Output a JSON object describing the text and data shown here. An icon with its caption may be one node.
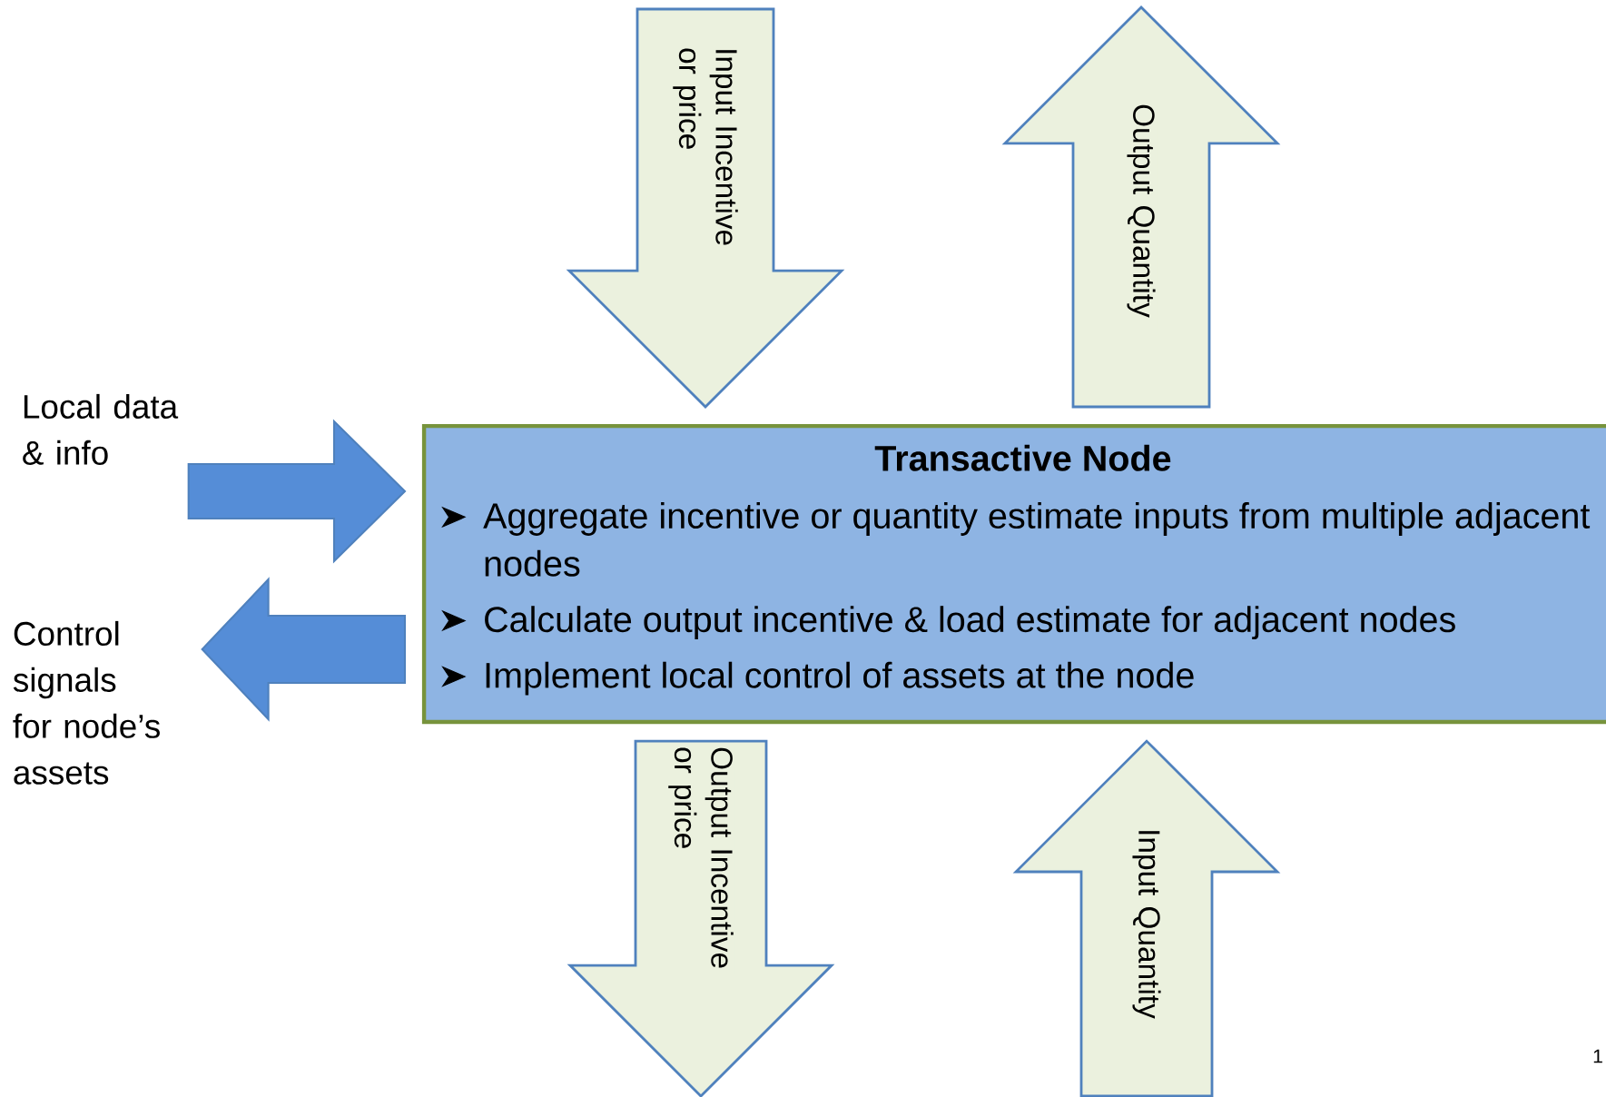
{
  "diagram": {
    "nodes": [
      {
        "text": [
          "Transactive Node",
          "Aggregate incentive or quantity estimate inputs from multiple adjacent nodes",
          "Calculate output incentive & load estimate for adjacent nodes",
          "Implement local control of assets at the node"
        ]
      },
      {
        "text": [
          "Local data & info"
        ]
      },
      {
        "text": [
          "Control signals for node’s assets"
        ]
      }
    ],
    "edges": [
      {
        "from": 1,
        "to": 0,
        "arrow": "to",
        "color": "#3e7cc9"
      },
      {
        "from": 0,
        "to": 2,
        "arrow": "to",
        "color": "#3e7cc9"
      },
      {
        "from": null,
        "to": 0,
        "arrow": "to",
        "label": "Input Incentive or price"
      },
      {
        "from": 0,
        "to": null,
        "arrow": "to",
        "label": "Output Quantity"
      },
      {
        "from": 0,
        "to": null,
        "arrow": "to",
        "label": "Output Incentive or price"
      },
      {
        "from": null,
        "to": 0,
        "arrow": "to",
        "label": "Input Quantity"
      }
    ],
    "labels": [
      "1"
    ]
  }
}
